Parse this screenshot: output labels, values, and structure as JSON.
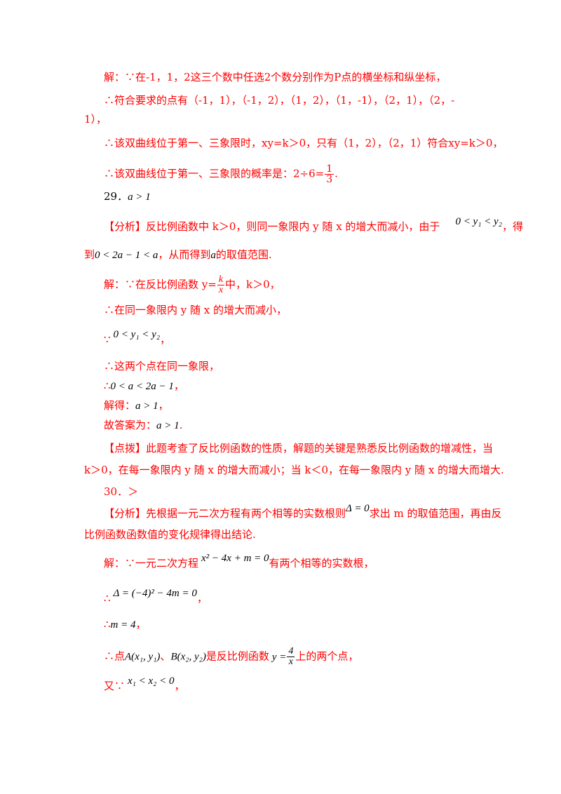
{
  "solution_q28": {
    "line1": "解：∵在-1，1，2这三个数中任选2个数分别作为P点的横坐标和纵坐标，",
    "line2": "∴符合要求的点有（-1，1），（-1，2），（1，2），（1，-1），（2，1），（2，-",
    "line3": "1），",
    "line4": "∴该双曲线位于第一、三象限时，xy=k＞0，只有（1，2），（2，1）符合xy=k＞0，",
    "line5_text": "∴该双曲线位于第一、三象限的概率是：2÷6=",
    "line5_num": "1",
    "line5_den": "3",
    "line5_end": "."
  },
  "q29": {
    "number": "29．",
    "answer": "a > 1",
    "analysis_label": "【分析】",
    "analysis_a": "反比例函数中 k＞0，则同一象限内 y 随 x 的增大而减小，由于",
    "analysis_ineq": "0 < y₁ < y₂",
    "analysis_b": "，得",
    "analysis_c1": "到",
    "analysis_ineq2": "0 < 2a − 1 < a",
    "analysis_c2": "，从而得到",
    "analysis_var": "a",
    "analysis_c3": "的取值范围.",
    "sol1_a": "解：∵在反比例函数 y=",
    "sol1_num": "k",
    "sol1_den": "x",
    "sol1_b": "中，k＞0，",
    "sol2": "∴在同一象限内 y 随 x 的增大而减小，",
    "sol3_sym": "∵",
    "sol3_expr": "0 < y₁ < y₂",
    "sol3_end": "，",
    "sol4": "∴这两个点在同一象限，",
    "sol5_sym": "∴",
    "sol5_expr": "0 < a < 2a − 1",
    "sol5_end": "，",
    "sol6_text": "解得：",
    "sol6_expr": "a > 1",
    "sol6_end": "，",
    "sol7_text": "故答案为：",
    "sol7_expr": "a > 1",
    "sol7_end": ".",
    "tip_label": "【点拨】",
    "tip1": "此题考查了反比例函数的性质，解题的关键是熟悉反比例函数的增减性，当",
    "tip2": "k＞0，在每一象限内 y 随 x 的增大而减小；当 k＜0，在每一象限内 y 随 x 的增大而增大."
  },
  "q30": {
    "number": "30．",
    "answer": "＞",
    "analysis_label": "【分析】",
    "analysis_a": "先根据一元二次方程有两个相等的实数根则",
    "analysis_expr": "Δ = 0",
    "analysis_b": "求出 m 的取值范围，再由反",
    "analysis_c": "比例函数函数值的变化规律得出结论.",
    "sol1_a": "解：∵一元二次方程",
    "sol1_expr": "x² − 4x + m = 0",
    "sol1_b": "有两个相等的实数根，",
    "sol2_sym": "∴",
    "sol2_expr": "Δ = (−4)² − 4m = 0",
    "sol2_end": "，",
    "sol3_sym": "∴",
    "sol3_expr": "m = 4",
    "sol3_end": "，",
    "sol4_a": "∴点",
    "sol4_A": "A(x₁, y₁)",
    "sol4_sep": "、",
    "sol4_B": "B(x₂, y₂)",
    "sol4_b": "是反比例函数",
    "sol4_y": "y =",
    "sol4_num": "4",
    "sol4_den": "x",
    "sol4_c": "上的两个点，",
    "sol5_a": "又∵",
    "sol5_expr": "x₁ < x₂ < 0",
    "sol5_end": "，"
  }
}
